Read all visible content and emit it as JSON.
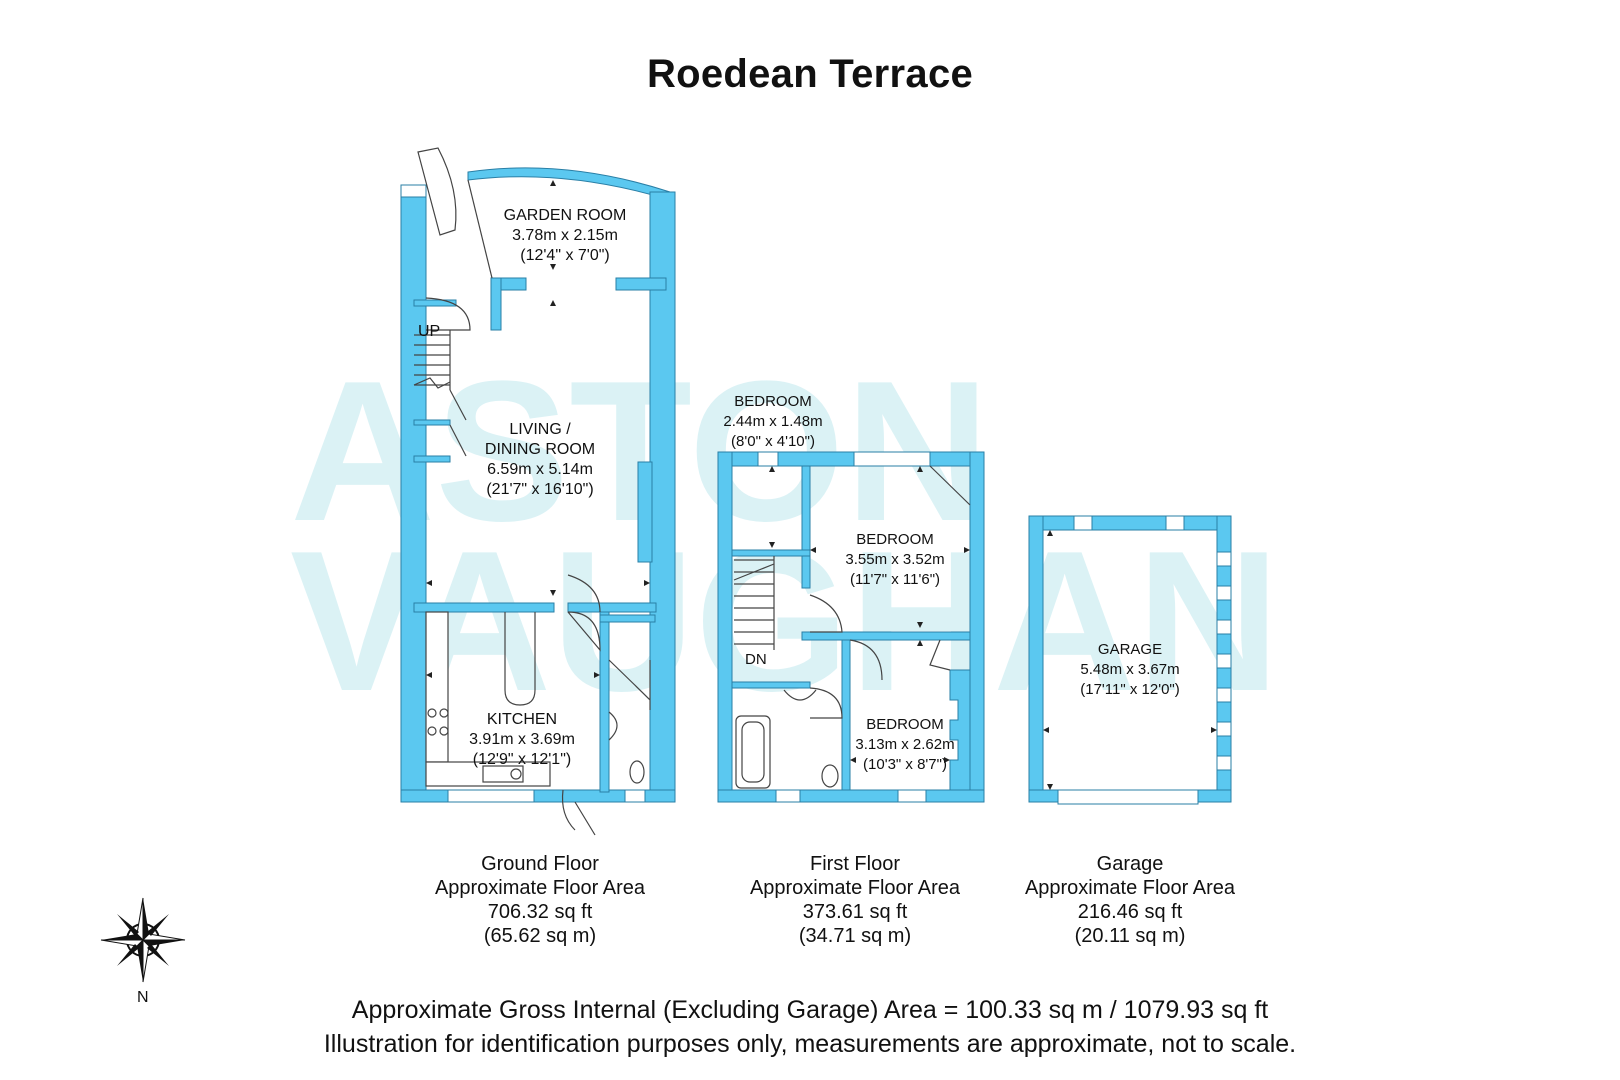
{
  "title": "Roedean Terrace",
  "brand": {
    "line1": "ASTON",
    "line2": "VAUGHAN",
    "color": "#bfe8ee"
  },
  "colors": {
    "wall": "#5bc8f0",
    "wall_stroke": "#2a7fa6",
    "fixture": "#555555"
  },
  "rooms": {
    "garden": {
      "name": "GARDEN ROOM",
      "size_m": "3.78m x 2.15m",
      "size_ft": "(12'4\" x 7'0\")"
    },
    "living": {
      "name1": "LIVING /",
      "name2": "DINING ROOM",
      "size_m": "6.59m x 5.14m",
      "size_ft": "(21'7\" x 16'10\")"
    },
    "kitchen": {
      "name": "KITCHEN",
      "size_m": "3.91m x 3.69m",
      "size_ft": "(12'9\" x 12'1\")"
    },
    "bedroom_small": {
      "name": "BEDROOM",
      "size_m": "2.44m x 1.48m",
      "size_ft": "(8'0\" x 4'10\")"
    },
    "bedroom_main": {
      "name": "BEDROOM",
      "size_m": "3.55m x 3.52m",
      "size_ft": "(11'7\" x 11'6\")"
    },
    "bedroom_rear": {
      "name": "BEDROOM",
      "size_m": "3.13m x 2.62m",
      "size_ft": "(10'3\" x 8'7\")"
    },
    "garage": {
      "name": "GARAGE",
      "size_m": "5.48m x 3.67m",
      "size_ft": "(17'11\" x 12'0\")"
    }
  },
  "stairs": {
    "up": "UP",
    "down": "DN"
  },
  "floors": [
    {
      "name": "Ground Floor",
      "caption": "Approximate Floor Area",
      "sqft": "706.32 sq ft",
      "sqm": "(65.62 sq m)"
    },
    {
      "name": "First Floor",
      "caption": "Approximate Floor Area",
      "sqft": "373.61 sq ft",
      "sqm": "(34.71 sq m)"
    },
    {
      "name": "Garage",
      "caption": "Approximate Floor Area",
      "sqft": "216.46 sq ft",
      "sqm": "(20.11 sq m)"
    }
  ],
  "compass": {
    "label": "N",
    "icon": "compass-rose-icon"
  },
  "footer": {
    "line1": "Approximate Gross Internal (Excluding Garage) Area = 100.33 sq m / 1079.93 sq ft",
    "line2": "Illustration for identification purposes only, measurements are approximate, not to scale."
  }
}
